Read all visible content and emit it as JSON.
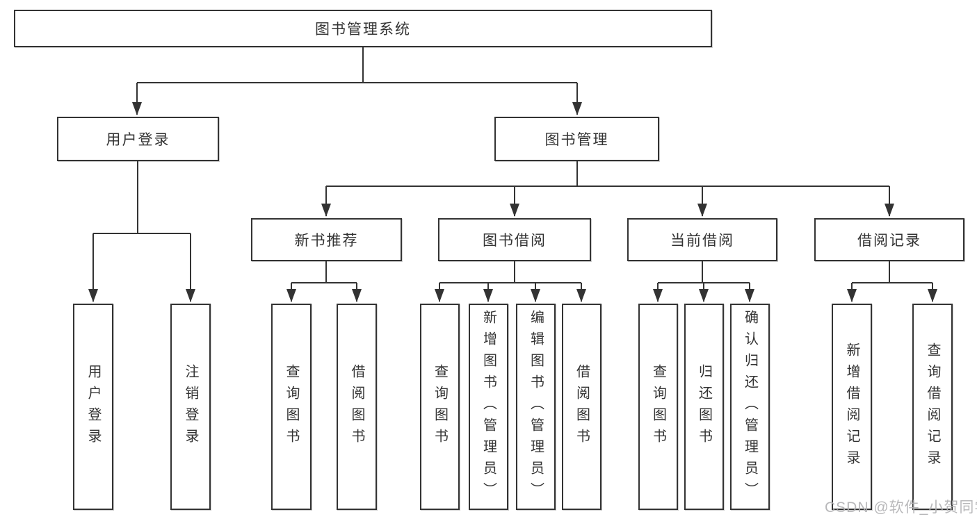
{
  "diagram": {
    "title": "图书管理系统",
    "type": "hierarchy-tree",
    "colors": {
      "line": "#333333",
      "box_border": "#333333",
      "box_fill": "#ffffff",
      "text": "#333333",
      "watermark": "#b2b2b4",
      "background": "#ffffff"
    }
  },
  "nodes": {
    "root": "图书管理系统",
    "user_login": "用户登录",
    "book_mgmt": "图书管理",
    "new_book_rec": "新书推荐",
    "book_borrow": "图书借阅",
    "current_borrow": "当前借阅",
    "borrow_records": "借阅记录",
    "leaf_user_login": "用户登录",
    "leaf_logout": "注销登录",
    "leaf_rec_query_book": "查询图书",
    "leaf_rec_borrow_book": "借阅图书",
    "leaf_bb_query_book": "查询图书",
    "leaf_bb_add_book": "新增图书（管理员）",
    "leaf_bb_edit_book": "编辑图书（管理员）",
    "leaf_bb_borrow_book": "借阅图书",
    "leaf_cb_query_book": "查询图书",
    "leaf_cb_return_book": "归还图书",
    "leaf_cb_confirm_return": "确认归还（管理员）",
    "leaf_br_add_record": "新增借阅记录",
    "leaf_br_query_record": "查询借阅记录"
  },
  "watermark": {
    "text": "CSDN @软件_小贺同学"
  }
}
